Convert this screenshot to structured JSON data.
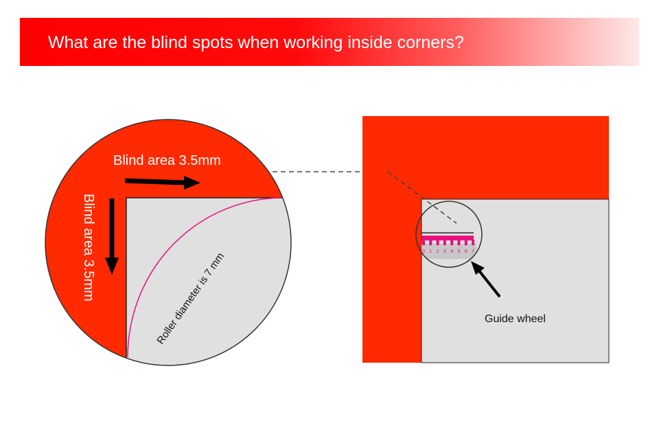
{
  "header": {
    "title": "What are the blind spots when working inside corners?"
  },
  "left_diagram": {
    "blind_area_horizontal": "Blind area 3.5mm",
    "blind_area_vertical": "Blind area 3.5mm",
    "roller_label": "Roller diameter is 7 mm"
  },
  "right_diagram": {
    "guide_wheel_label": "Guide wheel",
    "ruler_ticks": [
      "0",
      "1",
      "2",
      "3",
      "4",
      "5",
      "6",
      "7"
    ]
  },
  "colors": {
    "red": "#ff2a00",
    "gray": "#e0e0e0",
    "pink": "#e8107f"
  }
}
